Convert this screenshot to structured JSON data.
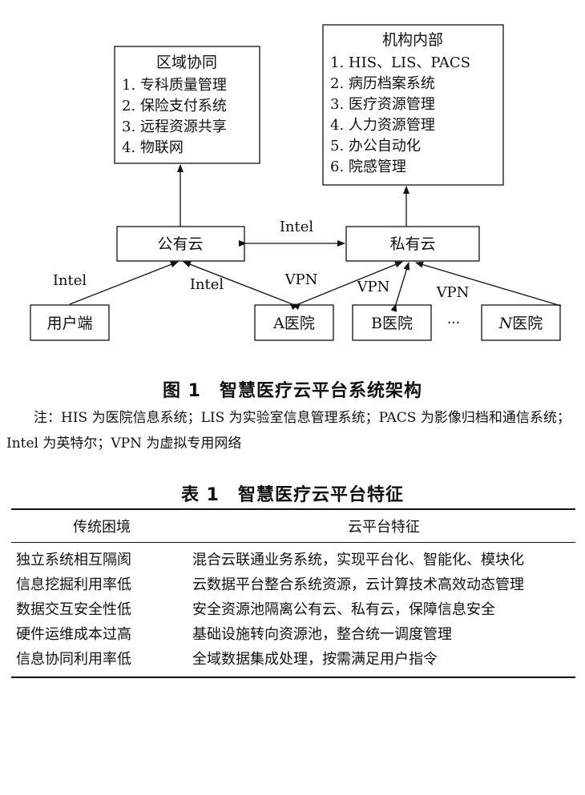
{
  "figure": {
    "regional": {
      "title": "区域协同",
      "items": [
        "1. 专科质量管理",
        "2. 保险支付系统",
        "3. 远程资源共享",
        "4. 物联网"
      ]
    },
    "internal": {
      "title": "机构内部",
      "items": [
        "1. HIS、LIS、PACS",
        "2. 病历档案系统",
        "3. 医疗资源管理",
        "4. 人力资源管理",
        "5. 办公自动化",
        "6. 院感管理"
      ]
    },
    "public_cloud": "公有云",
    "private_cloud": "私有云",
    "user_end": "用户端",
    "hospital_a": "A医院",
    "hospital_b": "B医院",
    "ellipsis": "···",
    "hospital_n_prefix": "N",
    "hospital_n_suffix": "医院",
    "labels": {
      "intel_clouds": "Intel",
      "intel_user": "Intel",
      "intel_a": "Intel",
      "vpn_a": "VPN",
      "vpn_b": "VPN",
      "vpn_n": "VPN"
    },
    "caption": "图 1　智慧医疗云平台系统架构",
    "note": "注：HIS 为医院信息系统；LIS 为实验室信息管理系统；PACS 为影像归档和通信系统；Intel 为英特尔；VPN 为虚拟专用网络"
  },
  "table": {
    "caption": "表 1　智慧医疗云平台特征",
    "headers": [
      "传统困境",
      "云平台特征"
    ],
    "rows": [
      [
        "独立系统相互隔阂",
        "混合云联通业务系统，实现平台化、智能化、模块化"
      ],
      [
        "信息挖掘利用率低",
        "云数据平台整合系统资源，云计算技术高效动态管理"
      ],
      [
        "数据交互安全性低",
        "安全资源池隔离公有云、私有云，保障信息安全"
      ],
      [
        "硬件运维成本过高",
        "基础设施转向资源池，整合统一调度管理"
      ],
      [
        "信息协同利用率低",
        "全域数据集成处理，按需满足用户指令"
      ]
    ]
  }
}
